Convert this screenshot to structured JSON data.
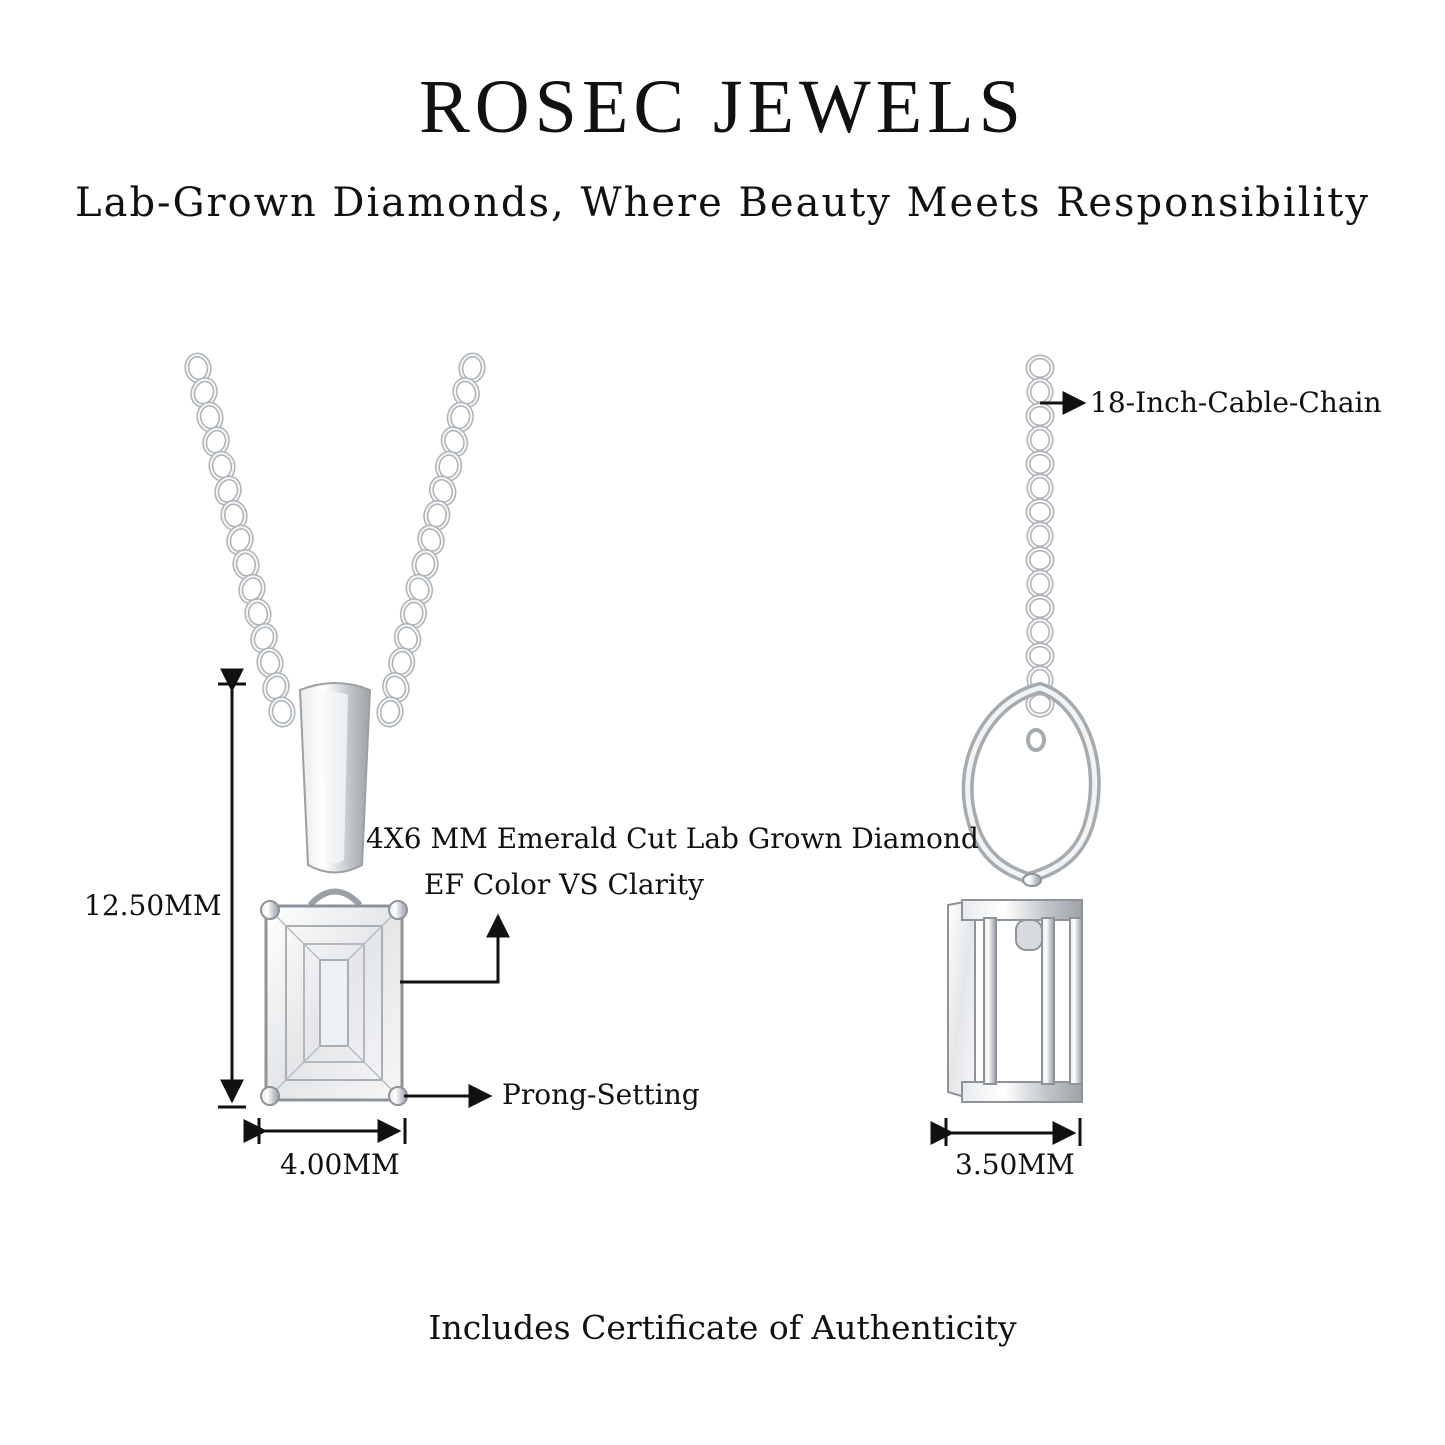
{
  "header": {
    "brand": "ROSEC JEWELS",
    "tagline": "Lab-Grown Diamonds, Where Beauty Meets Responsibility"
  },
  "front_view": {
    "height_label": "12.50MM",
    "width_label": "4.00MM",
    "stone_label_line1": "4X6 MM Emerald Cut Lab Grown Diamond",
    "stone_label_line2": "EF Color VS Clarity",
    "setting_label": "Prong-Setting"
  },
  "side_view": {
    "chain_label": "18-Inch-Cable-Chain",
    "width_label": "3.50MM"
  },
  "footer": {
    "certificate": "Includes Certificate of Authenticity"
  },
  "colors": {
    "metal": "#c9ccd0",
    "metal_dark": "#8e9399",
    "annotation": "#111111"
  }
}
